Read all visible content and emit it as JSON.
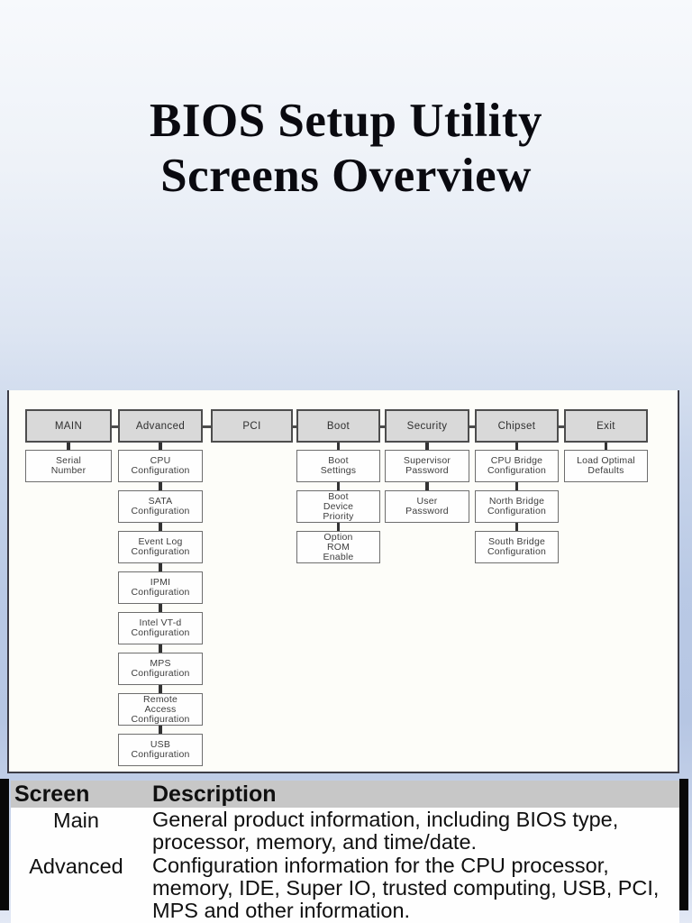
{
  "slide": {
    "title_line1": "BIOS Setup Utility",
    "title_line2": "Screens Overview"
  },
  "diagram": {
    "columns": [
      {
        "header": "MAIN",
        "children": [
          "Serial\nNumber"
        ]
      },
      {
        "header": "Advanced",
        "children": [
          "CPU\nConfiguration",
          "SATA\nConfiguration",
          "Event Log\nConfiguration",
          "IPMI\nConfiguration",
          "Intel VT-d\nConfiguration",
          "MPS\nConfiguration",
          "Remote\nAccess\nConfiguration",
          "USB\nConfiguration"
        ]
      },
      {
        "header": "PCI",
        "children": []
      },
      {
        "header": "Boot",
        "children": [
          "Boot\nSettings",
          "Boot\nDevice\nPriority",
          "Option\nROM\nEnable"
        ]
      },
      {
        "header": "Security",
        "children": [
          "Supervisor\nPassword",
          "User\nPassword"
        ]
      },
      {
        "header": "Chipset",
        "children": [
          "CPU Bridge\nConfiguration",
          "North Bridge\nConfiguration",
          "South Bridge\nConfiguration"
        ]
      },
      {
        "header": "Exit",
        "children": [
          "Load Optimal\nDefaults"
        ]
      }
    ]
  },
  "table": {
    "headers": [
      "Screen",
      "Description"
    ],
    "rows": [
      {
        "screen": "Main",
        "description": "General product information, including BIOS type, processor, memory, and time/date."
      },
      {
        "screen": "Advanced",
        "description": "Configuration information for the CPU processor, memory, IDE, Super IO, trusted computing, USB, PCI, MPS and other information."
      }
    ]
  },
  "colors": {
    "background_top": "#f7f9fc",
    "background_bottom": "#b6c6e3",
    "diagram_header_fill": "#d9d9d9",
    "diagram_box_fill": "#fefefe",
    "diagram_border": "#4d4d4d",
    "table_header_bg": "#c7c7c7",
    "edge_bar": "#080808",
    "title_color": "#0a0a10"
  }
}
